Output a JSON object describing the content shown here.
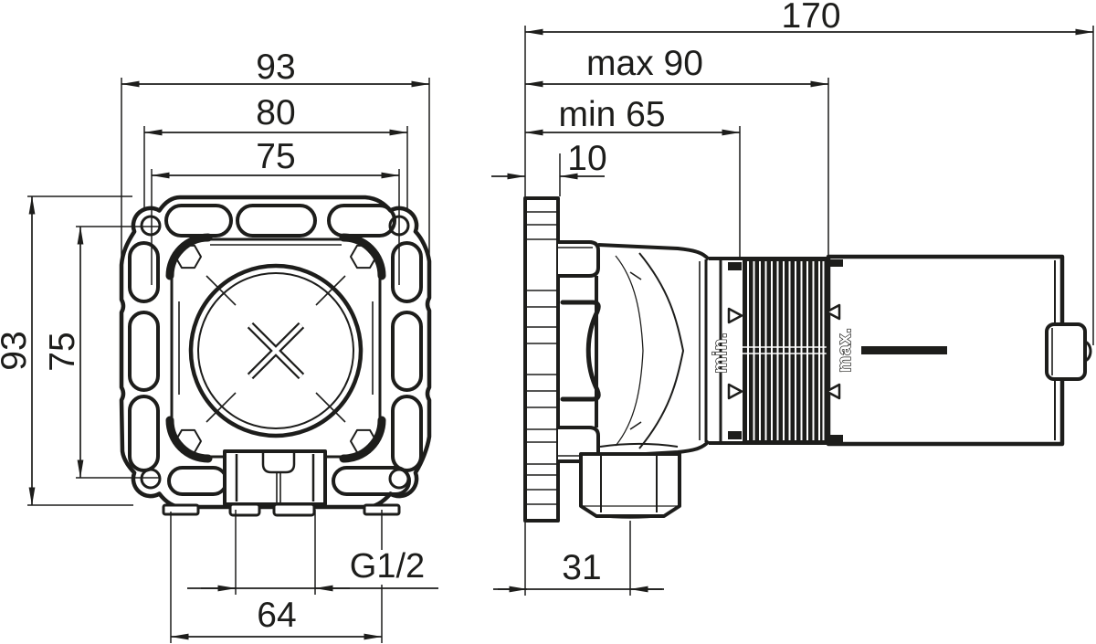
{
  "drawing": {
    "front_view": {
      "width_outer": "93",
      "width_slots": "80",
      "width_holes": "75",
      "height_outer": "93",
      "height_holes": "75",
      "outlet_spacing": "64",
      "thread_label": "G1/2"
    },
    "side_view": {
      "depth_total": "170",
      "depth_max": "max 90",
      "depth_min": "min 65",
      "flange_thickness": "10",
      "outlet_offset": "31",
      "min_marker": "min.",
      "max_marker": "max."
    },
    "colors": {
      "line": "#1d1d1b",
      "background": "#ffffff"
    }
  }
}
